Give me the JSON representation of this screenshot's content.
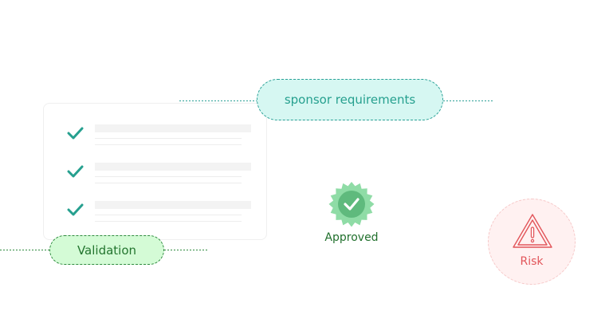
{
  "diagram": {
    "sponsor_node": {
      "label": "sponsor requirements"
    },
    "validation_node": {
      "label": "Validation"
    },
    "approved_node": {
      "label": "Approved",
      "icon": "approved-badge-check-icon"
    },
    "risk_node": {
      "label": "Risk",
      "icon": "warning-triangle-icon"
    },
    "checklist": {
      "items": [
        {
          "icon": "checkmark-icon",
          "checked": true
        },
        {
          "icon": "checkmark-icon",
          "checked": true
        },
        {
          "icon": "checkmark-icon",
          "checked": true
        }
      ]
    },
    "colors": {
      "teal_accent": "#26a08f",
      "teal_fill": "#d6f7f2",
      "green_accent": "#23752f",
      "green_fill": "#d4fbd6",
      "badge_green": "#7ed49a",
      "risk_red": "#e2555a",
      "risk_fill": "#fff1f1"
    }
  }
}
